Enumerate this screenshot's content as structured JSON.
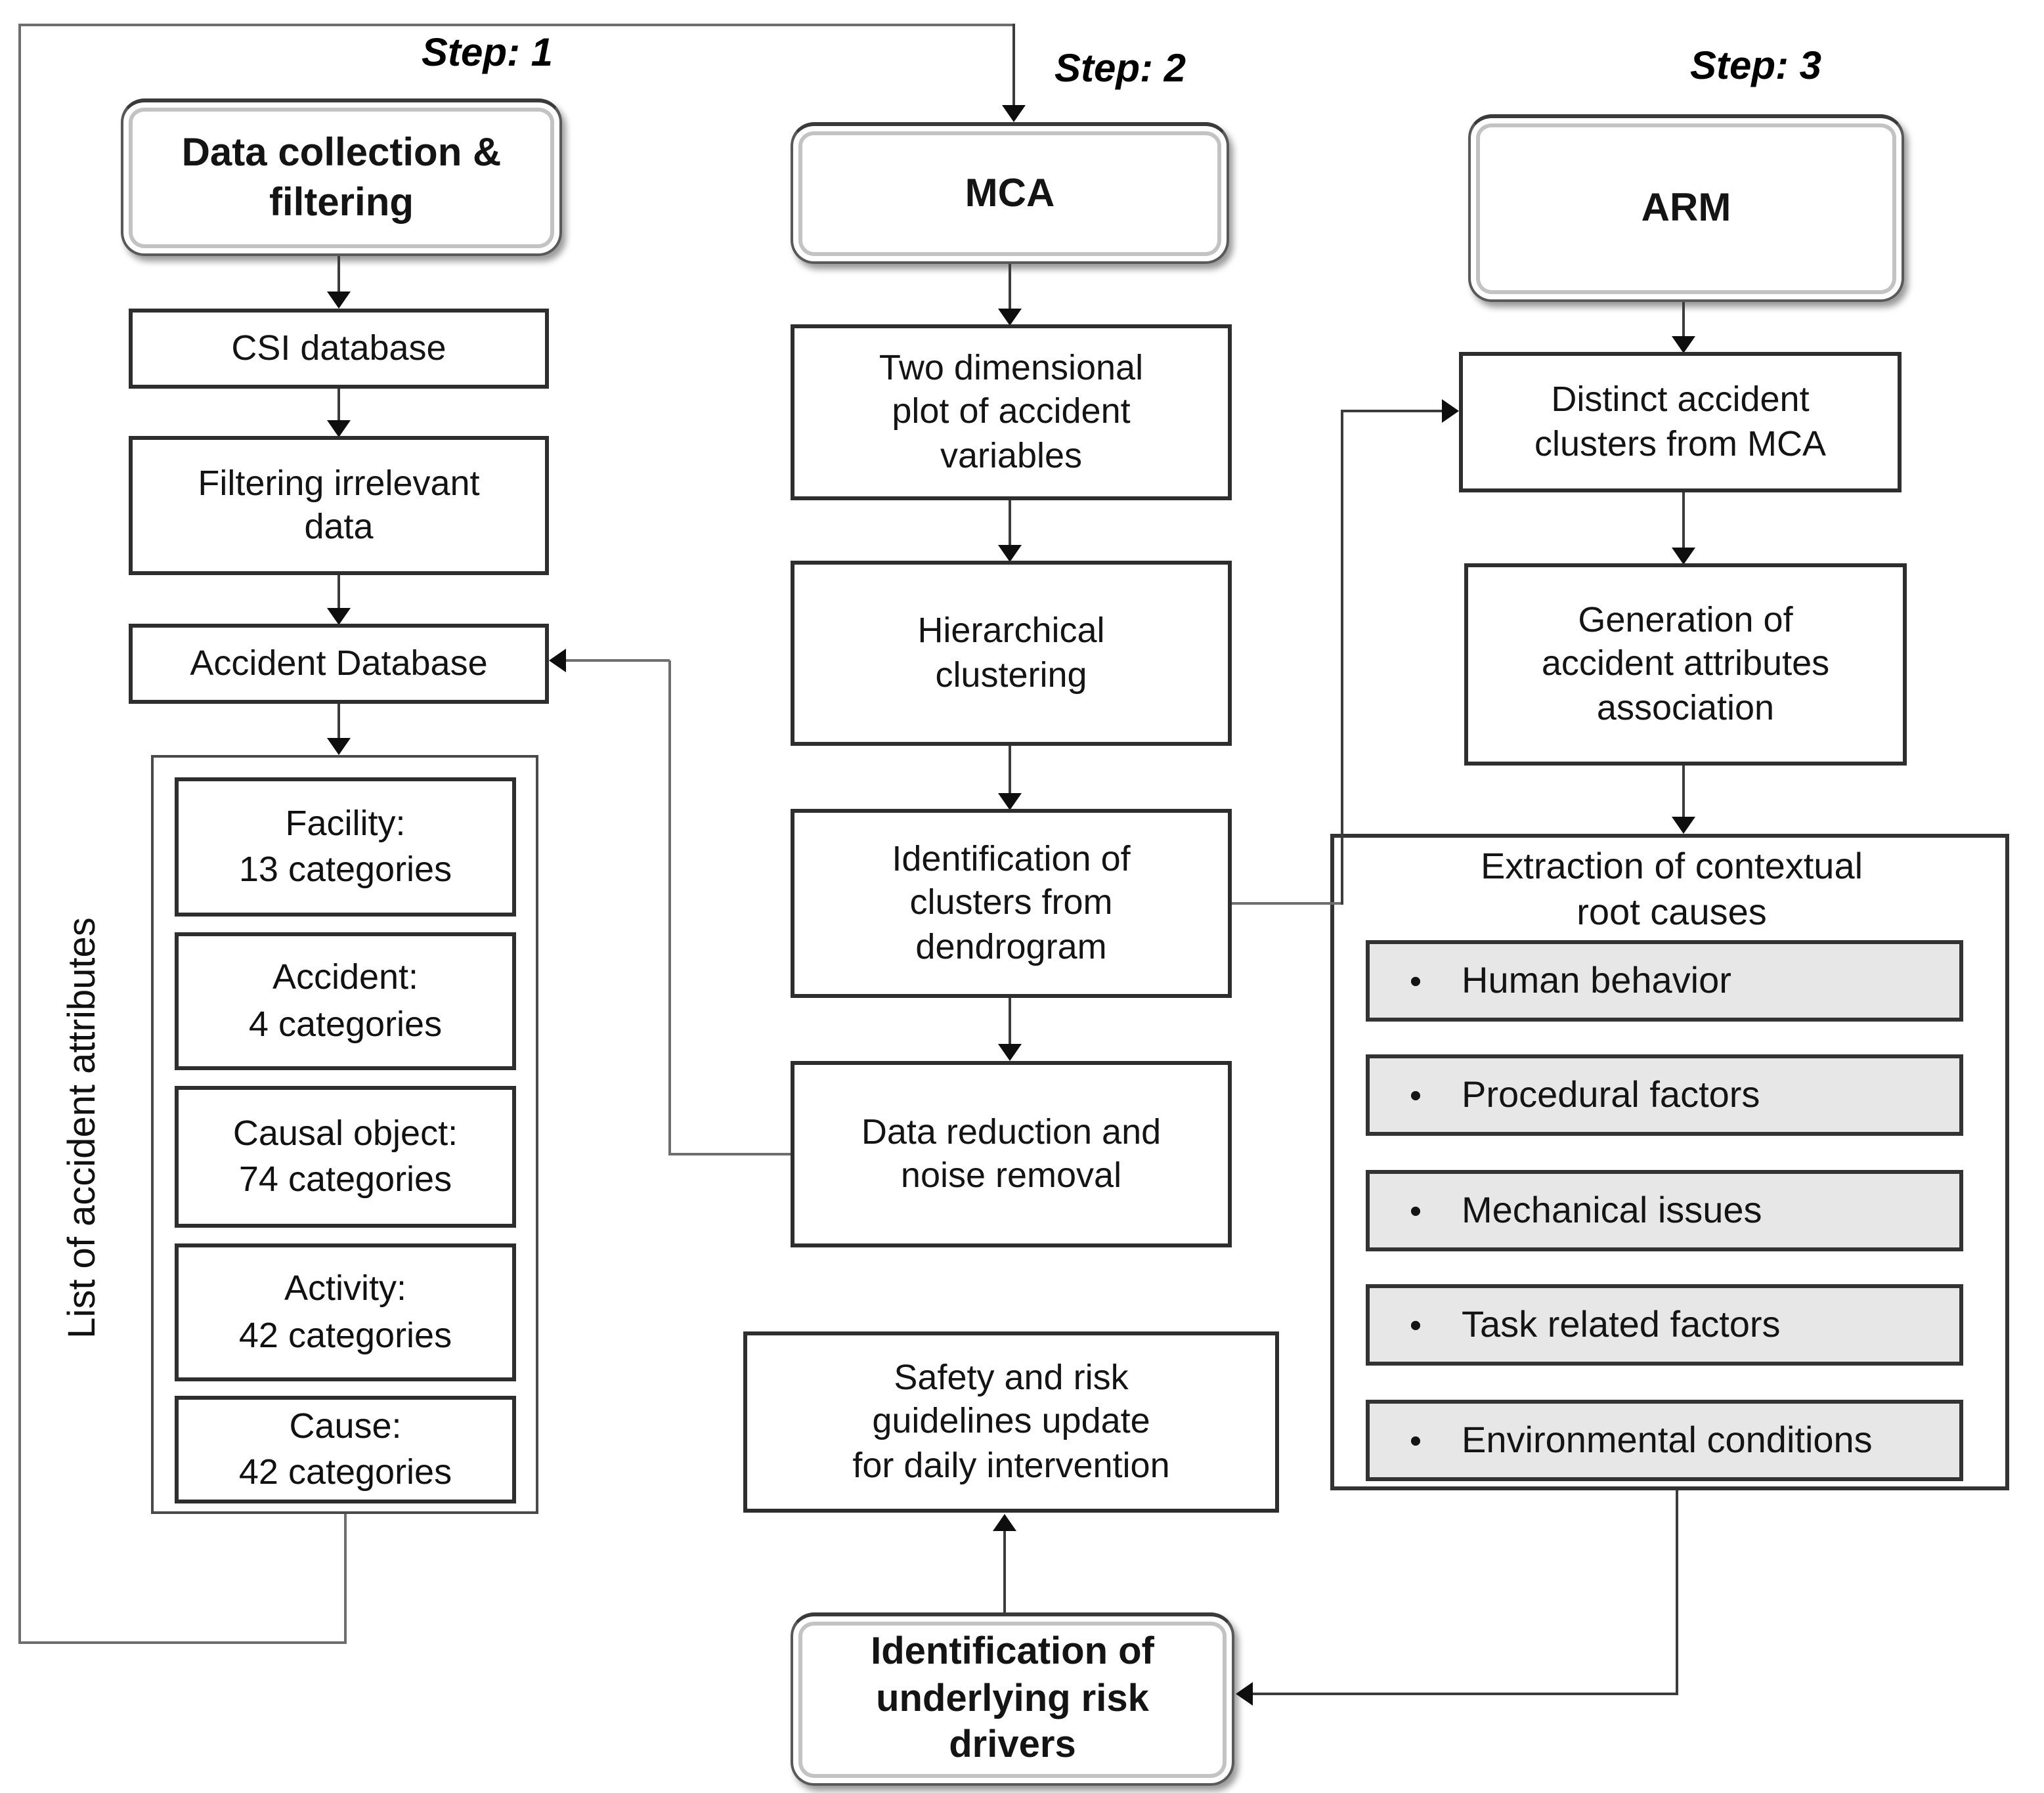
{
  "bullet": "•",
  "steps": {
    "step1": "Step: 1",
    "step2": "Step: 2",
    "step3": "Step: 3"
  },
  "col1": {
    "header": [
      "Data collection &",
      "filtering"
    ],
    "csi": "CSI database",
    "filtering": [
      "Filtering irrelevant",
      "data"
    ],
    "accident_db": "Accident Database",
    "attributes_label": "List of accident attributes",
    "attributes": [
      {
        "name": "Facility:",
        "count": "13 categories"
      },
      {
        "name": "Accident:",
        "count": "4 categories"
      },
      {
        "name": "Causal object:",
        "count": "74 categories"
      },
      {
        "name": "Activity:",
        "count": "42 categories"
      },
      {
        "name": "Cause:",
        "count": "42 categories"
      }
    ]
  },
  "col2": {
    "header": "MCA",
    "two_dimensional": [
      "Two dimensional",
      "plot of accident",
      "variables"
    ],
    "hierarchical": [
      "Hierarchical",
      "clustering"
    ],
    "identification": [
      "Identification of",
      "clusters from",
      "dendrogram"
    ],
    "data_reduction": [
      "Data reduction and",
      "noise removal"
    ],
    "safety": [
      "Safety and risk",
      "guidelines update",
      "for daily intervention"
    ],
    "risk_drivers": [
      "Identification of",
      "underlying risk",
      "drivers"
    ]
  },
  "col3": {
    "header": "ARM",
    "distinct": [
      "Distinct accident",
      "clusters from MCA"
    ],
    "generation": [
      "Generation of",
      "accident attributes",
      "association"
    ],
    "extraction_title": [
      "Extraction of contextual",
      "root causes"
    ],
    "causes": [
      "Human behavior",
      "Procedural factors",
      "Mechanical issues",
      "Task related factors",
      "Environmental conditions"
    ]
  }
}
